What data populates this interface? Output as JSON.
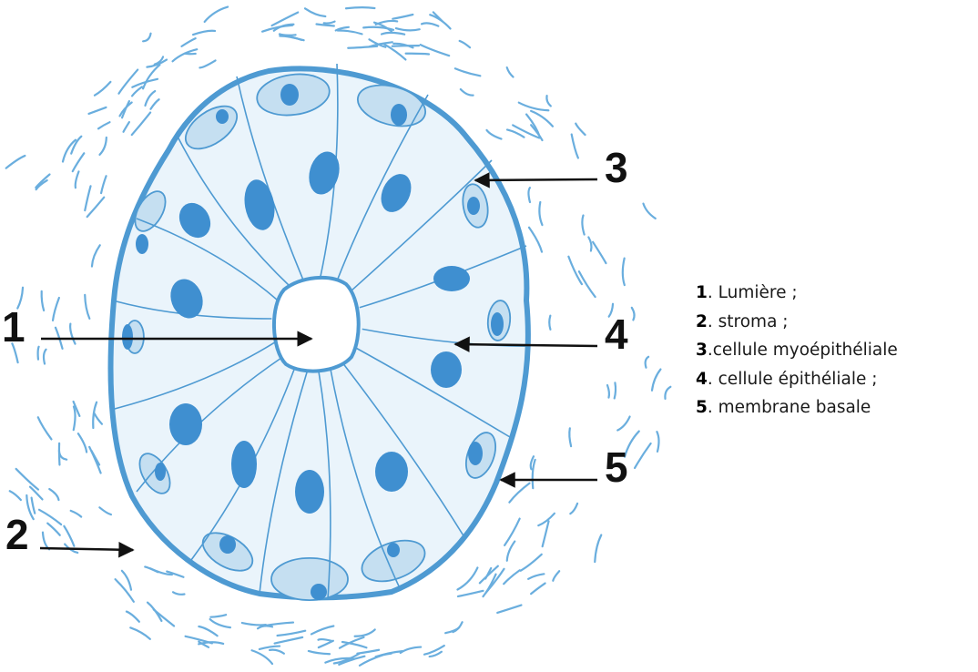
{
  "colors": {
    "outline": "#4e9ad2",
    "nucleus": "#3f8fd0",
    "cell_fill": "#eaf4fb",
    "basal_cell_fill": "#c5dff1",
    "stroma": "#6aaede",
    "arrow": "#111111"
  },
  "callouts": {
    "c1": "1",
    "c2": "2",
    "c3": "3",
    "c4": "4",
    "c5": "5"
  },
  "legend": [
    {
      "num": "1",
      "sep": ". ",
      "text": "Lumière ;"
    },
    {
      "num": "2",
      "sep": ". ",
      "text": "stroma ;"
    },
    {
      "num": "3",
      "sep": ".",
      "text": "cellule myoépithéliale"
    },
    {
      "num": "4",
      "sep": ". ",
      "text": "cellule épithéliale ;"
    },
    {
      "num": "5",
      "sep": ". ",
      "text": "membrane basale"
    }
  ]
}
